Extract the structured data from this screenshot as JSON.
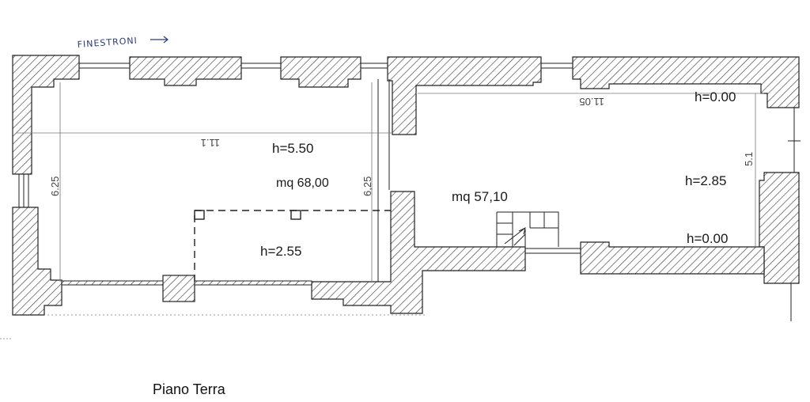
{
  "annotation_handwritten": "FINESTRONI",
  "room_left": {
    "height_top": "h=5.50",
    "area": "mq 68,00",
    "height_loft": "h=2.55",
    "dim_width": "11.1",
    "dim_depth_left": "6.25",
    "dim_depth_right": "6,25"
  },
  "room_right": {
    "area": "mq 57,10",
    "height_top": "h=0.00",
    "height_mid": "h=2.85",
    "height_bottom": "h=0.00",
    "dim_width": "11.05",
    "dim_depth": "5.1"
  },
  "caption": "Piano Terra",
  "colors": {
    "wall_fill": "url-hatch",
    "line": "#222222",
    "background": "#ffffff"
  }
}
